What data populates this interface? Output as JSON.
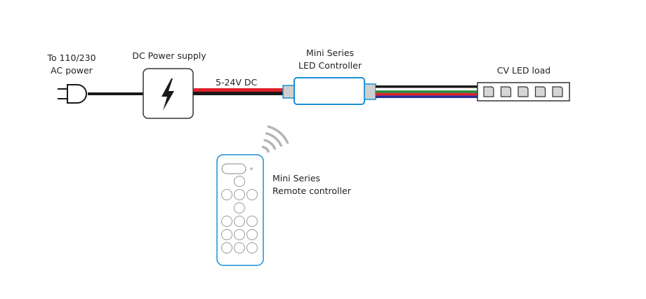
{
  "labels": {
    "ac_power": [
      "To 110/230",
      "AC power"
    ],
    "power_supply": "DC Power supply",
    "voltage": "5-24V DC",
    "controller": [
      "Mini Series",
      "LED Controller"
    ],
    "led_load": "CV LED load",
    "remote": [
      "Mini Series",
      "Remote controller"
    ]
  },
  "components": {
    "plug": {
      "icon": "ac-plug-icon"
    },
    "power_supply": {
      "icon": "lightning-bolt-icon"
    },
    "controller": {
      "icon": "led-controller"
    },
    "led_strip": {
      "led_count": 5
    },
    "remote": {
      "button_rows": [
        1,
        3,
        1,
        3,
        3,
        3
      ],
      "signal_arcs": 4
    }
  },
  "wires": {
    "ac_cable": [
      "#1a1a1a"
    ],
    "dc_cable": [
      "#e0202a",
      "#1a1a1a"
    ],
    "rgb_cable": [
      "#1a1a1a",
      "#ffffff",
      "#1f8a3c",
      "#e0202a",
      "#2b2f99"
    ]
  },
  "colors": {
    "accent_blue": "#1b8fd2",
    "outline": "#333333",
    "led_fill": "#d6d6d6",
    "connector_fill": "#cfcfcf",
    "signal_arc": "#b5b5b5"
  }
}
